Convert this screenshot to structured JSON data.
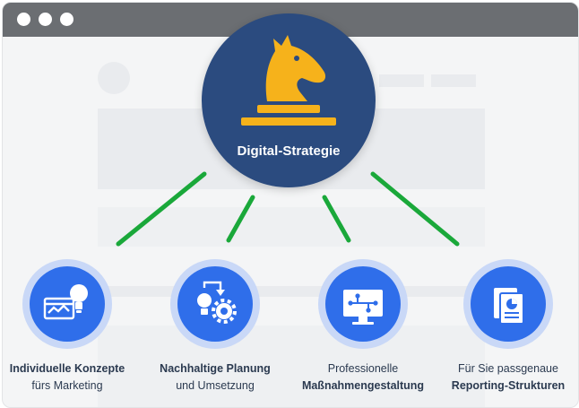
{
  "window": {
    "controls": [
      "dot",
      "dot",
      "dot"
    ]
  },
  "center": {
    "label": "Digital-Strategie",
    "icon": "chess-knight-icon",
    "color": "#2b4b7f",
    "icon_color": "#f6b21b"
  },
  "connector_color": "#1aa83a",
  "items": [
    {
      "icon": "concept-lightbulb-icon",
      "line1": "Individuelle Konzepte",
      "line2": "fürs Marketing"
    },
    {
      "icon": "planning-gear-icon",
      "line1": "Nachhaltige Planung",
      "line2": "und Umsetzung"
    },
    {
      "icon": "monitor-network-icon",
      "line1": "Professionelle",
      "line2": "Maßnahmengestaltung"
    },
    {
      "icon": "report-chart-icon",
      "line1": "Für Sie passgenaue",
      "line2": "Reporting-Strukturen"
    }
  ],
  "colors": {
    "node_fill": "#2f6eea",
    "node_ring": "#c9d8f7",
    "titlebar": "#6b6e72"
  }
}
